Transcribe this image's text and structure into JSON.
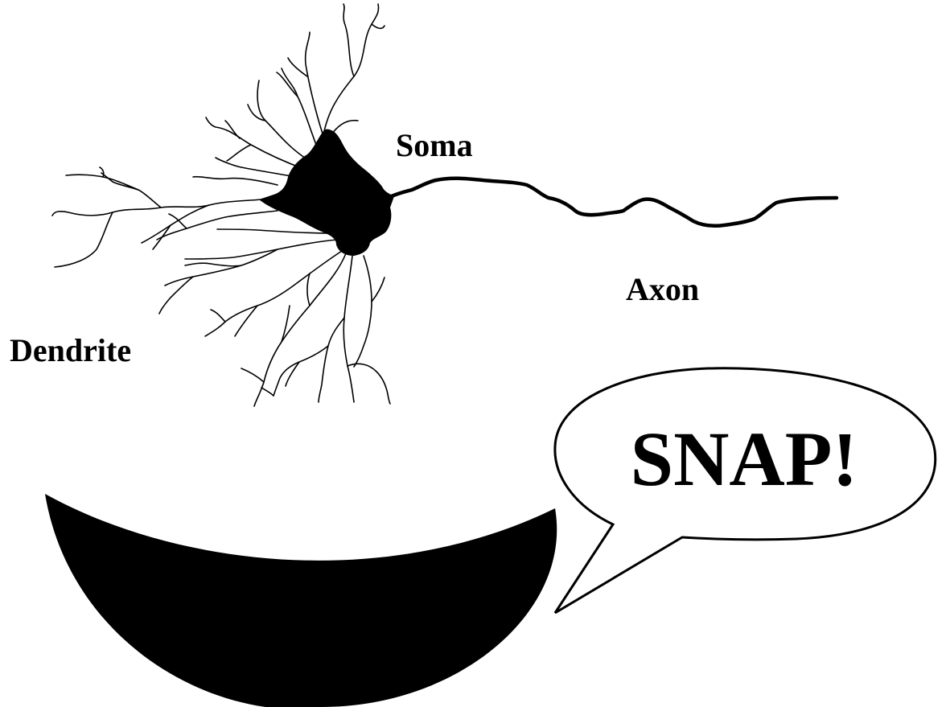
{
  "labels": {
    "soma": "Soma",
    "axon": "Axon",
    "dendrite": "Dendrite"
  },
  "speech_bubble": {
    "text": "SNAP!"
  },
  "colors": {
    "ink": "#000000",
    "background": "#ffffff"
  }
}
